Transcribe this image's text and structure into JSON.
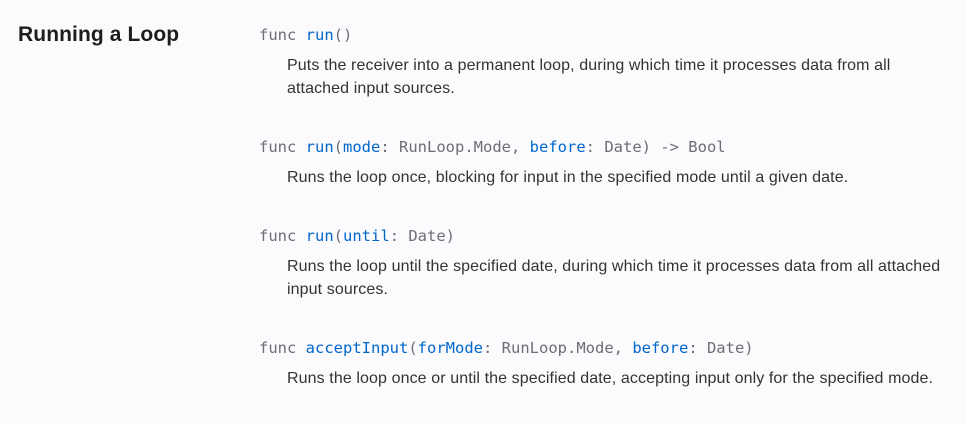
{
  "colors": {
    "background": "#fbfbfd",
    "heading_text": "#1d1d1f",
    "code_plain_gray": "#6e6e73",
    "symbol_link_blue": "#0066cc",
    "description_text": "#333333"
  },
  "section": {
    "title": "Running a Loop"
  },
  "api_items": [
    {
      "declaration": [
        {
          "text": "func ",
          "kind": "plain"
        },
        {
          "text": "run",
          "kind": "link"
        },
        {
          "text": "()",
          "kind": "plain"
        }
      ],
      "description": "Puts the receiver into a permanent loop, during which time it processes data from all attached input sources."
    },
    {
      "declaration": [
        {
          "text": "func ",
          "kind": "plain"
        },
        {
          "text": "run",
          "kind": "link"
        },
        {
          "text": "(",
          "kind": "plain"
        },
        {
          "text": "mode",
          "kind": "link"
        },
        {
          "text": ": RunLoop.Mode, ",
          "kind": "plain"
        },
        {
          "text": "before",
          "kind": "link"
        },
        {
          "text": ": Date) -> Bool",
          "kind": "plain"
        }
      ],
      "description": "Runs the loop once, blocking for input in the specified mode until a given date."
    },
    {
      "declaration": [
        {
          "text": "func ",
          "kind": "plain"
        },
        {
          "text": "run",
          "kind": "link"
        },
        {
          "text": "(",
          "kind": "plain"
        },
        {
          "text": "until",
          "kind": "link"
        },
        {
          "text": ": Date)",
          "kind": "plain"
        }
      ],
      "description": "Runs the loop until the specified date, during which time it processes data from all attached input sources."
    },
    {
      "declaration": [
        {
          "text": "func ",
          "kind": "plain"
        },
        {
          "text": "acceptInput",
          "kind": "link"
        },
        {
          "text": "(",
          "kind": "plain"
        },
        {
          "text": "forMode",
          "kind": "link"
        },
        {
          "text": ": RunLoop.Mode, ",
          "kind": "plain"
        },
        {
          "text": "before",
          "kind": "link"
        },
        {
          "text": ": Date)",
          "kind": "plain"
        }
      ],
      "description": "Runs the loop once or until the specified date, accepting input only for the specified mode."
    }
  ]
}
